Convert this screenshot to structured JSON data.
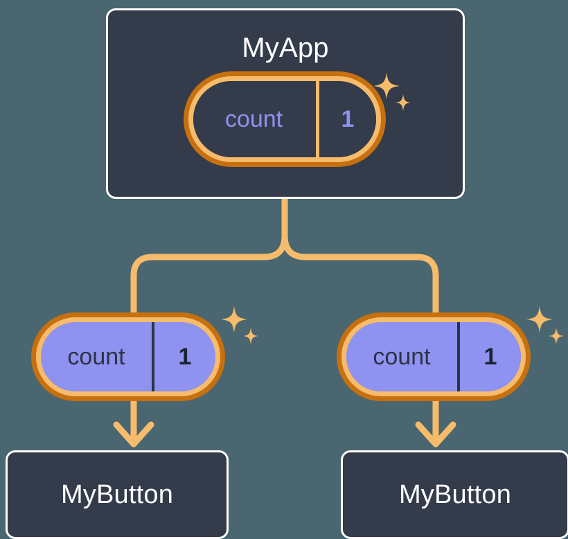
{
  "theme": {
    "page_background": "#4A6670",
    "card_background": "#343B4A",
    "card_border": "#FFFFFF",
    "accent_orange_light": "#F7BC6B",
    "accent_orange_dark": "#C6700F",
    "state_purple": "#8E92F0",
    "text_dark": "#2D3343",
    "text_light": "#FFFFFF"
  },
  "diagram": {
    "type": "component-state-propagation-tree",
    "root": {
      "name": "root-component-card",
      "title": "MyApp",
      "state": {
        "key": "count",
        "value": "1",
        "style": "dark-fill-purple-text",
        "has_sparkle": true
      }
    },
    "branches": [
      {
        "name": "left-branch",
        "state": {
          "key": "count",
          "value": "1",
          "style": "purple-fill-dark-text",
          "has_sparkle": true
        },
        "child": {
          "name": "left-button-card",
          "title": "MyButton"
        }
      },
      {
        "name": "right-branch",
        "state": {
          "key": "count",
          "value": "1",
          "style": "purple-fill-dark-text",
          "has_sparkle": true
        },
        "child": {
          "name": "right-button-card",
          "title": "MyButton"
        }
      }
    ],
    "icons": {
      "sparkle_large": "sparkle-four-point-icon",
      "sparkle_small": "sparkle-four-point-small-icon",
      "arrow": "arrow-down-icon",
      "connector": "branch-connector"
    }
  }
}
